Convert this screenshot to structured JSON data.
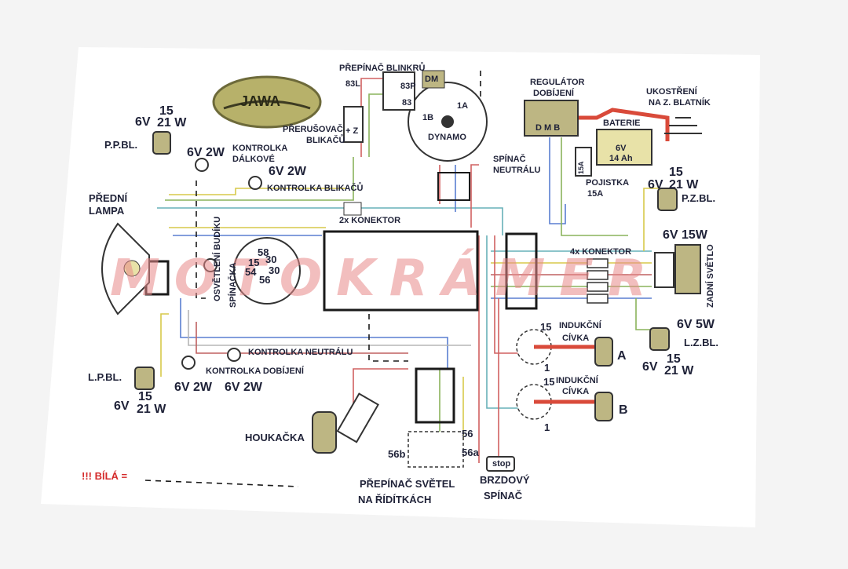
{
  "logo": "JAWA",
  "watermark": "MOTOKRÁMER",
  "labels": {
    "prepinac_blinkru": "PŘEPÍNAČ BLINKRŮ",
    "t83l": "83L",
    "t83p": "83P",
    "t83": "83",
    "t1b": "1B",
    "t1a": "1A",
    "dynamo": "DYNAMO",
    "dm": "DM",
    "regulator": "REGULÁTOR",
    "dobijeni": "DOBÍJENÍ",
    "dmb": "D M B",
    "ukostreni1": "UKOSTŘENÍ",
    "ukostreni2": "NA Z. BLATNÍK",
    "baterie": "BATERIE",
    "bat_v": "6V",
    "bat_ah": "14 Ah",
    "pojistka": "POJISTKA",
    "pojistka_a": "15A",
    "fuse_mark": "15A",
    "prerusovac1": "PŘERUŠOVAČ",
    "prerusovac2": "BLIKAČŮ",
    "pz": "+ Z",
    "spinac_n1": "SPÍNAČ",
    "spinac_n2": "NEUTRÁLU",
    "ppbl_6v": "6V",
    "ppbl_15": "15",
    "ppbl_21w": "21 W",
    "ppbl": "P.P.BL.",
    "k_dalk_6v": "6V 2W",
    "k_dalk1": "KONTROLKA",
    "k_dalk2": "DÁLKOVÉ",
    "k_blik_6v": "6V 2W",
    "k_blik": "KONTROLKA BLIKAČŮ",
    "predni1": "PŘEDNÍ",
    "predni2": "LAMPA",
    "konektor2": "2x KONEKTOR",
    "osvetleni": "OSVĚTLENÍ BUDÍKU",
    "spinacka": "SPÍNAČKA",
    "s58": "58",
    "s15": "15",
    "s30a": "30",
    "s54": "54",
    "s30b": "30",
    "s56": "56",
    "pzbl_6v": "6V",
    "pzbl_15": "15",
    "pzbl_21w": "21 W",
    "pzbl": "P.Z.BL.",
    "zadni_6v": "6V 15W",
    "zadni": "ZADNÍ SVĚTLO",
    "konektor4": "4x KONEKTOR",
    "zadni_5w": "6V 5W",
    "lzbl": "L.Z.BL.",
    "lzbl_6v": "6V",
    "lzbl_15": "15",
    "lzbl_21w": "21 W",
    "k_neut": "KONTROLKA NEUTRÁLU",
    "k_dob": "KONTROLKA DOBÍJENÍ",
    "lpbl": "L.P.BL.",
    "k_6v2w_a": "6V 2W",
    "k_6v2w_b": "6V 2W",
    "lpbl_6v": "6V",
    "lpbl_15": "15",
    "lpbl_21w": "21 W",
    "ind1_15": "15",
    "ind1_a": "INDUKČNÍ",
    "ind1_b": "CÍVKA",
    "ind1_1": "1",
    "ind_A": "A",
    "ind2_15": "15",
    "ind2_a": "INDUKČNÍ",
    "ind2_b": "CÍVKA",
    "ind2_1": "1",
    "ind_B": "B",
    "houkacka": "HOUKAČKA",
    "p56": "56",
    "p56b": "56b",
    "p56a": "56a",
    "prep_svetel1": "PŘEPÍNAČ SVĚTEL",
    "prep_svetel2": "NA ŘÍDÍTKÁCH",
    "stop": "stop",
    "brzd1": "BRZDOVÝ",
    "brzd2": "SPÍNAČ",
    "bila": "!!! BÍLÁ ="
  }
}
